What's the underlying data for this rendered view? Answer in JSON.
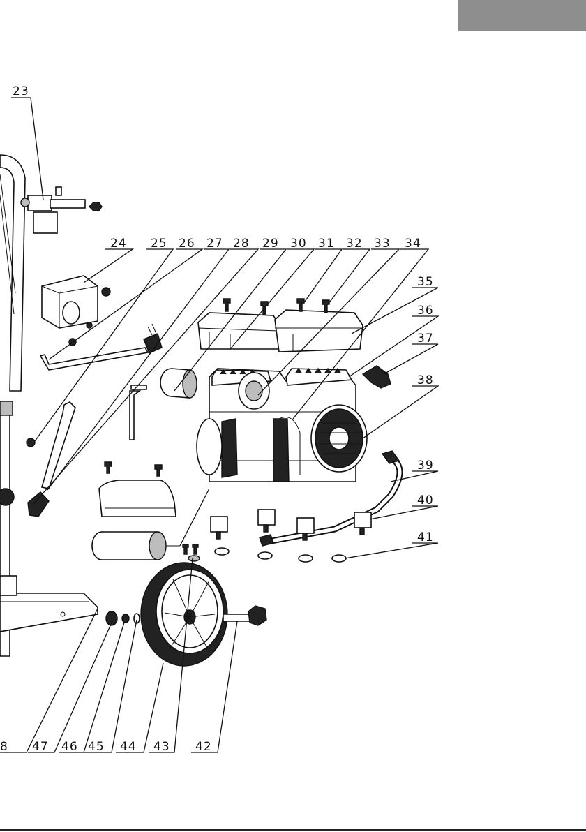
{
  "header": {
    "tab_color": "#8e8e8e"
  },
  "parts": {
    "p23": "23",
    "p24": "24",
    "p25": "25",
    "p26": "26",
    "p27": "27",
    "p28": "28",
    "p29": "29",
    "p30": "30",
    "p31": "31",
    "p32": "32",
    "p33": "33",
    "p34": "34",
    "p35": "35",
    "p36": "36",
    "p37": "37",
    "p38": "38",
    "p39": "39",
    "p40": "40",
    "p41": "41",
    "p42": "42",
    "p43": "43",
    "p44": "44",
    "p45": "45",
    "p46": "46",
    "p47": "47",
    "p48": "8"
  }
}
